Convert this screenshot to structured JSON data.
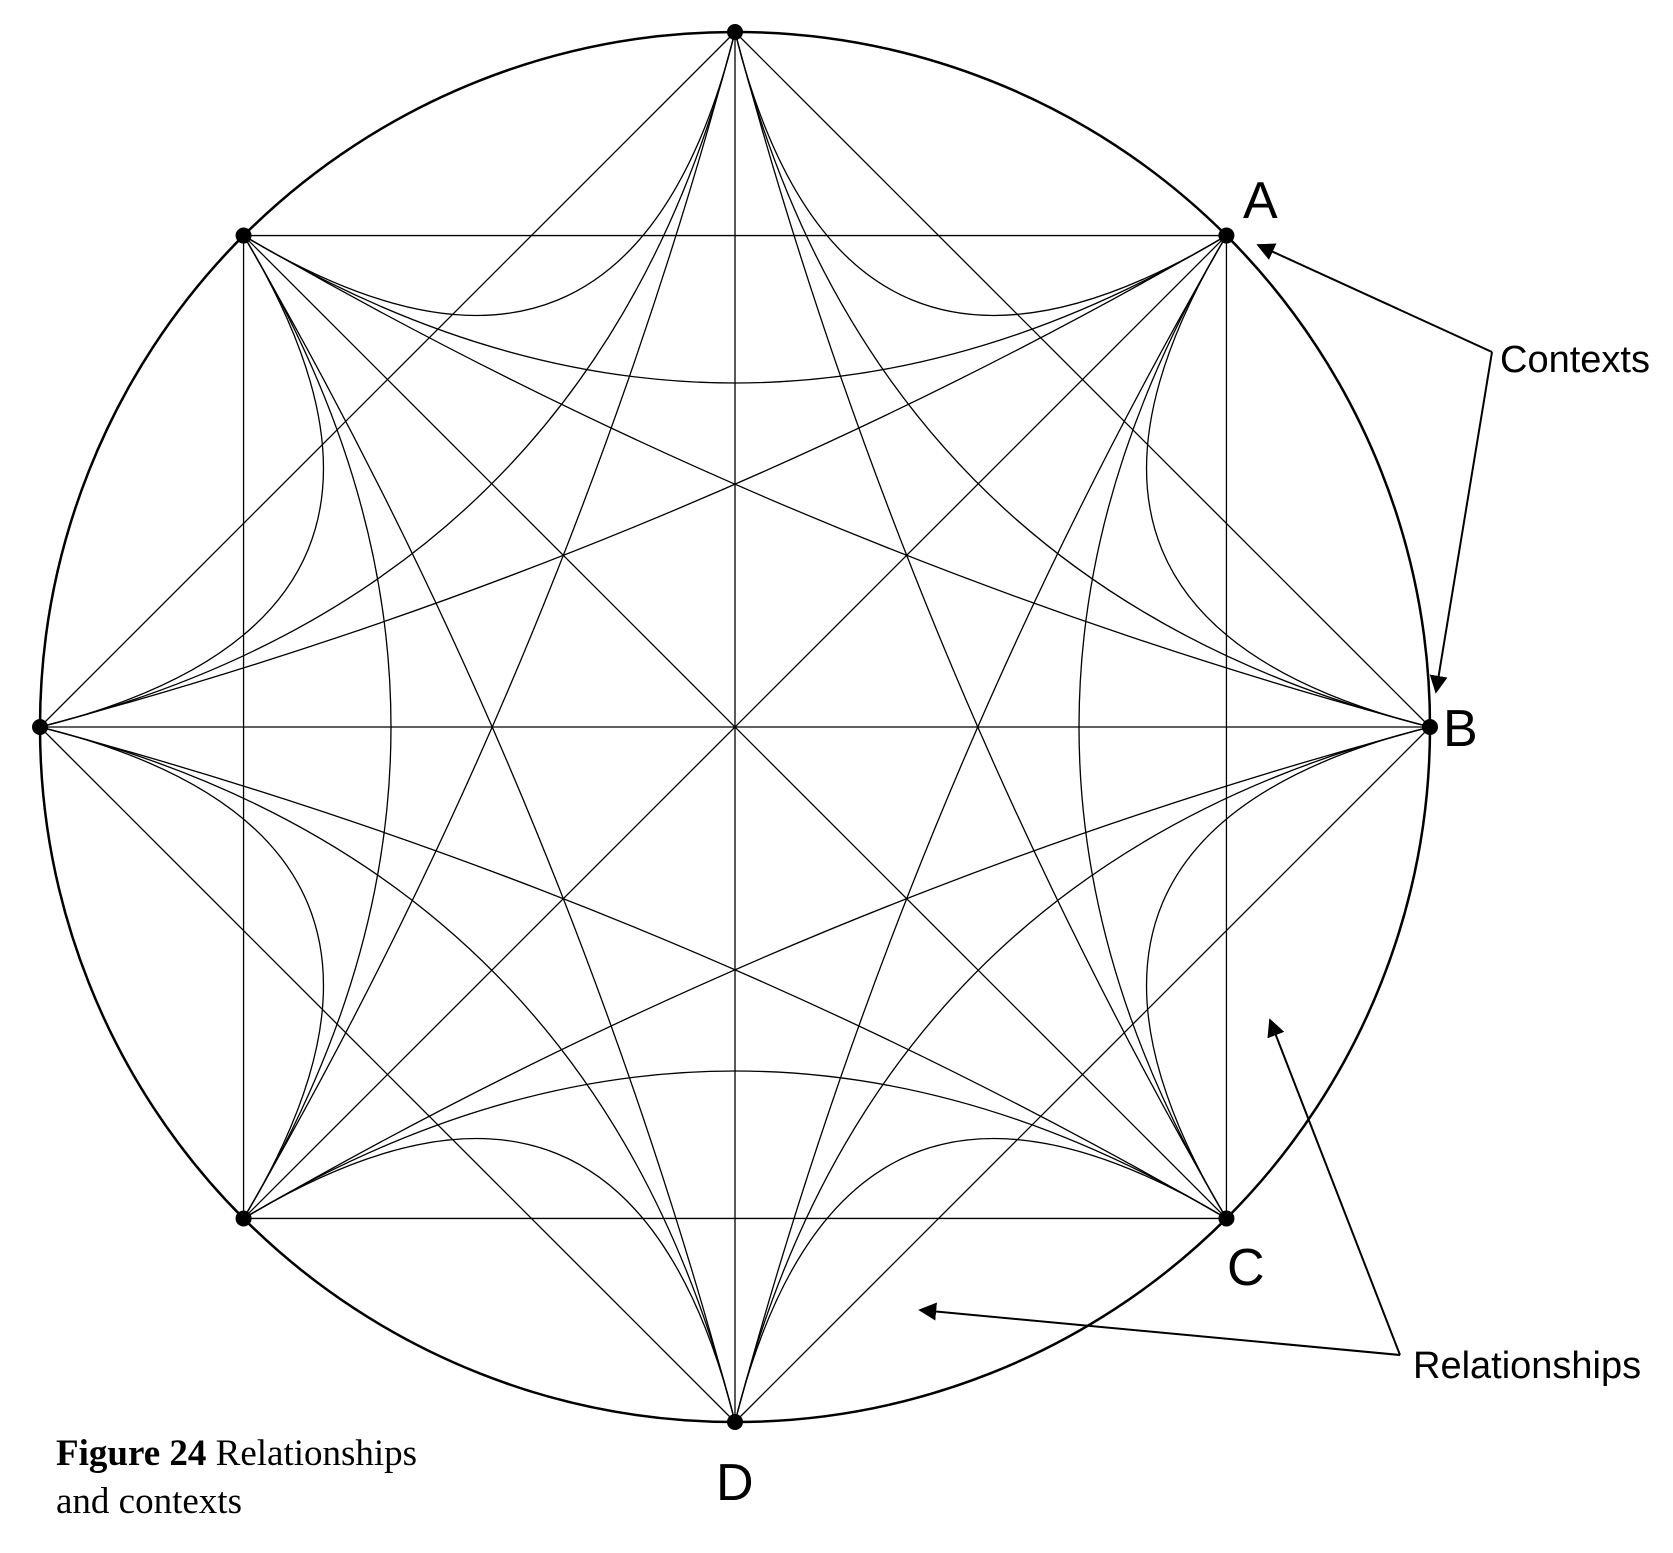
{
  "diagram": {
    "node_labels": {
      "a": "A",
      "b": "B",
      "c": "C",
      "d": "D"
    },
    "callouts": {
      "contexts": "Contexts",
      "relationships": "Relationships"
    }
  },
  "caption": {
    "figure_number": "Figure 24",
    "text_line1": "Relationships",
    "text_line2": "and contexts"
  }
}
